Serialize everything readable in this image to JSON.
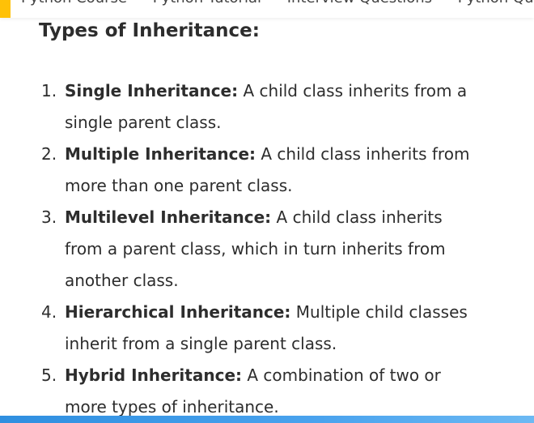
{
  "nav": {
    "items": [
      "Python Course",
      "Python Tutorial",
      "Interview Questions",
      "Python Quiz"
    ]
  },
  "content": {
    "heading": "Types of Inheritance:",
    "items": [
      {
        "number": "1.",
        "term": "Single Inheritance:",
        "description": " A child class inherits from a single parent class."
      },
      {
        "number": "2.",
        "term": "Multiple Inheritance:",
        "description": " A child class inherits from more than one parent class."
      },
      {
        "number": "3.",
        "term": "Multilevel Inheritance:",
        "description": " A child class inherits from a parent class, which in turn inherits from another class."
      },
      {
        "number": "4.",
        "term": "Hierarchical Inheritance:",
        "description": " Multiple child classes inherit from a single parent class."
      },
      {
        "number": "5.",
        "term": "Hybrid Inheritance:",
        "description": " A combination of two or more types of inheritance."
      }
    ]
  },
  "colors": {
    "accent": "#ffc107",
    "text": "#2d2d2d",
    "bottom_bar": "#2f8fe0"
  }
}
